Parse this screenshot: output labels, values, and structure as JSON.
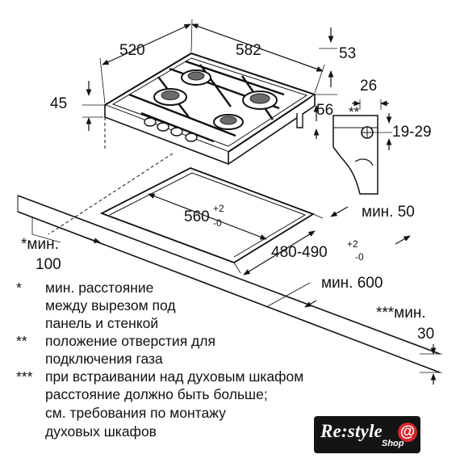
{
  "dimensions": {
    "hob_width": "520",
    "hob_depth": "582",
    "depth_53": "53",
    "height_45": "45",
    "height_56": "56",
    "gas_26": "26",
    "gas_marker": "**",
    "gas_range": "19-29",
    "cutout_width_main": "560",
    "cutout_width_plus": "+2",
    "cutout_width_minus": "-0",
    "cutout_depth_main": "480-490",
    "cutout_depth_plus": "+2",
    "cutout_depth_minus": "-0",
    "min_50": "мин. 50",
    "min_600": "мин. 600",
    "wall_min_line1": "*мин.",
    "wall_min_line2": "100",
    "oven_min_line1": "***мин.",
    "oven_min_line2": "30"
  },
  "notes": [
    {
      "marker": "*",
      "lines": [
        "мин. расстояние",
        "между вырезом под",
        "панель и стенкой"
      ]
    },
    {
      "marker": "**",
      "lines": [
        "положение отверстия для",
        "подключения газа"
      ]
    },
    {
      "marker": "***",
      "lines": [
        "при встраивании над духовым шкафом",
        "расстояние должно быть больше;",
        "см. требования по монтажу",
        "духовых шкафов"
      ]
    }
  ],
  "logo": {
    "main": "Re:style",
    "sub": "Shop",
    "at": "@"
  }
}
